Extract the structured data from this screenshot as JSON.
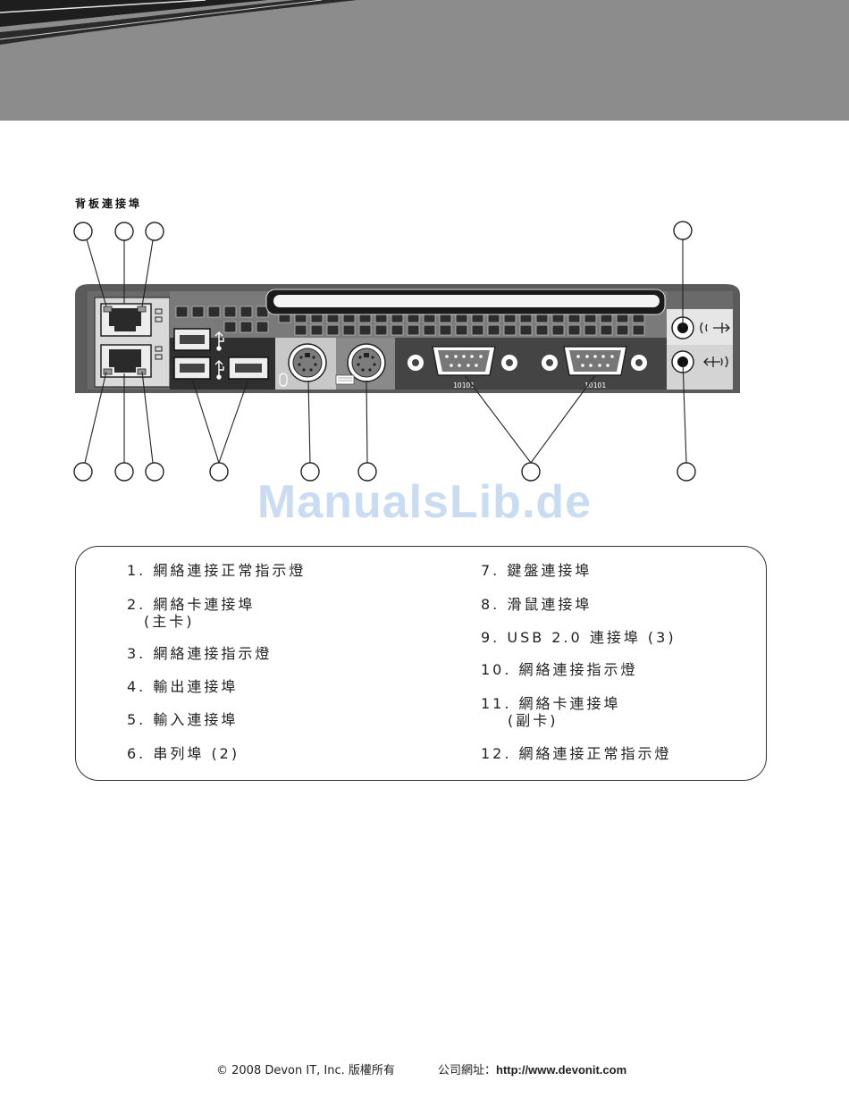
{
  "section_title": "背板連接埠",
  "watermark": "ManualsLib.de",
  "legend": {
    "left": [
      {
        "line1": "1. 網絡連接正常指示燈",
        "line2": ""
      },
      {
        "line1": "2. 網絡卡連接埠",
        "line2": "(主卡)"
      },
      {
        "line1": "3. 網絡連接指示燈",
        "line2": ""
      },
      {
        "line1": "4. 輸出連接埠",
        "line2": ""
      },
      {
        "line1": "5. 輸入連接埠",
        "line2": ""
      },
      {
        "line1": "6. 串列埠 (2)",
        "line2": ""
      }
    ],
    "right": [
      {
        "line1": "7. 鍵盤連接埠",
        "line2": ""
      },
      {
        "line1": "8. 滑鼠連接埠",
        "line2": ""
      },
      {
        "line1": "9. USB 2.0 連接埠 (3)",
        "line2": ""
      },
      {
        "line1": "10. 網絡連接指示燈",
        "line2": ""
      },
      {
        "line1": "11. 網絡卡連接埠",
        "line2": "(副卡)"
      },
      {
        "line1": "12. 網絡連接正常指示燈",
        "line2": ""
      }
    ]
  },
  "diagram_labels": {
    "serial_pins": "1O1O1"
  },
  "footer": {
    "copyright": "© 2008 Devon IT, Inc. 版權所有",
    "website_label": "公司網址：",
    "website_url": "http://www.devonit.com"
  }
}
